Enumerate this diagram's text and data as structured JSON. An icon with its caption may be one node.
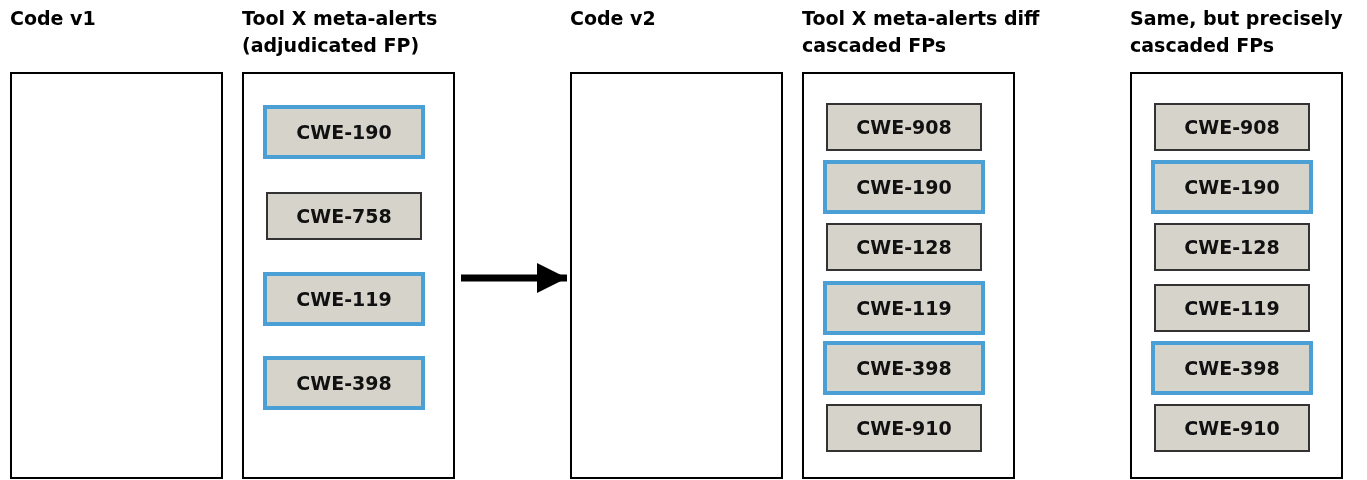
{
  "diagram": {
    "nodes": [
      {
        "text": [
          "Code v1"
        ]
      },
      {
        "text": [
          "Tool X meta-alerts (adjudicated FP)"
        ]
      },
      {
        "text": [
          "CWE-190"
        ],
        "in": 1
      },
      {
        "text": [
          "CWE-758"
        ],
        "in": 1
      },
      {
        "text": [
          "CWE-119"
        ],
        "in": 1
      },
      {
        "text": [
          "CWE-398"
        ],
        "in": 1
      },
      {
        "text": [
          "Code v2"
        ]
      },
      {
        "text": [
          "Tool X meta-alerts diff cascaded FPs"
        ]
      },
      {
        "text": [
          "CWE-908"
        ],
        "in": 7
      },
      {
        "text": [
          "CWE-190"
        ],
        "in": 7
      },
      {
        "text": [
          "CWE-128"
        ],
        "in": 7
      },
      {
        "text": [
          "CWE-119"
        ],
        "in": 7
      },
      {
        "text": [
          "CWE-398"
        ],
        "in": 7
      },
      {
        "text": [
          "CWE-910"
        ],
        "in": 7
      },
      {
        "text": [
          "Same, but precisely cascaded FPs"
        ]
      },
      {
        "text": [
          "CWE-908"
        ],
        "in": 14
      },
      {
        "text": [
          "CWE-190"
        ],
        "in": 14
      },
      {
        "text": [
          "CWE-128"
        ],
        "in": 14
      },
      {
        "text": [
          "CWE-119"
        ],
        "in": 14
      },
      {
        "text": [
          "CWE-398"
        ],
        "in": 14
      },
      {
        "text": [
          "CWE-910"
        ],
        "in": 14
      }
    ],
    "edges": [
      {
        "from": 1,
        "to": 6,
        "arrow": "to"
      }
    ]
  }
}
